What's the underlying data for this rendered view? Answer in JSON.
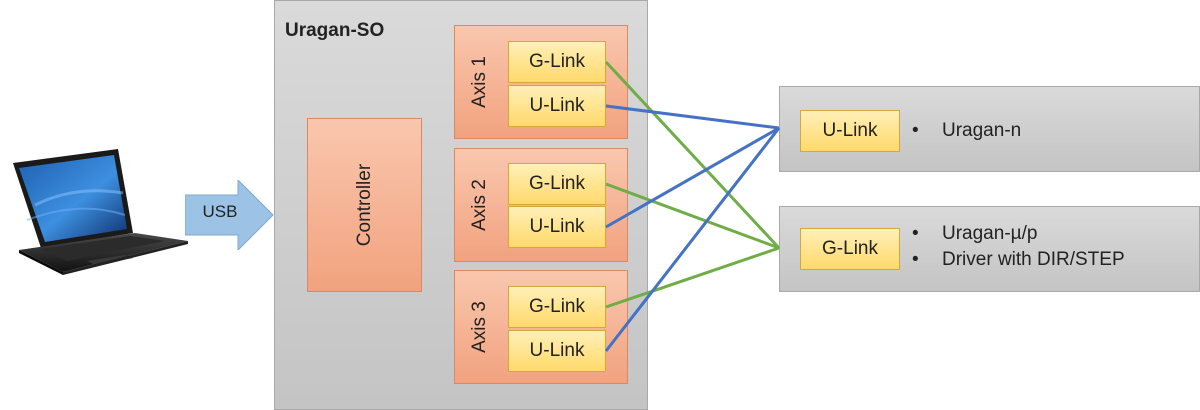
{
  "laptop": {
    "icon": "laptop-icon"
  },
  "usb_arrow": {
    "label": "USB",
    "color": "#9cc3e6"
  },
  "uragan_so": {
    "title": "Uragan-SO",
    "controller_label": "Controller",
    "axes": [
      {
        "label": "Axis 1",
        "glink": "G-Link",
        "ulink": "U-Link"
      },
      {
        "label": "Axis 2",
        "glink": "G-Link",
        "ulink": "U-Link"
      },
      {
        "label": "Axis 3",
        "glink": "G-Link",
        "ulink": "U-Link"
      }
    ]
  },
  "targets": {
    "ulink": {
      "label": "U-Link",
      "bullets": [
        "Uragan-n"
      ]
    },
    "glink": {
      "label": "G-Link",
      "bullets": [
        "Uragan-µ/p",
        "Driver with DIR/STEP"
      ]
    }
  },
  "connection_colors": {
    "glink": "#70ad47",
    "ulink": "#4472c4"
  }
}
